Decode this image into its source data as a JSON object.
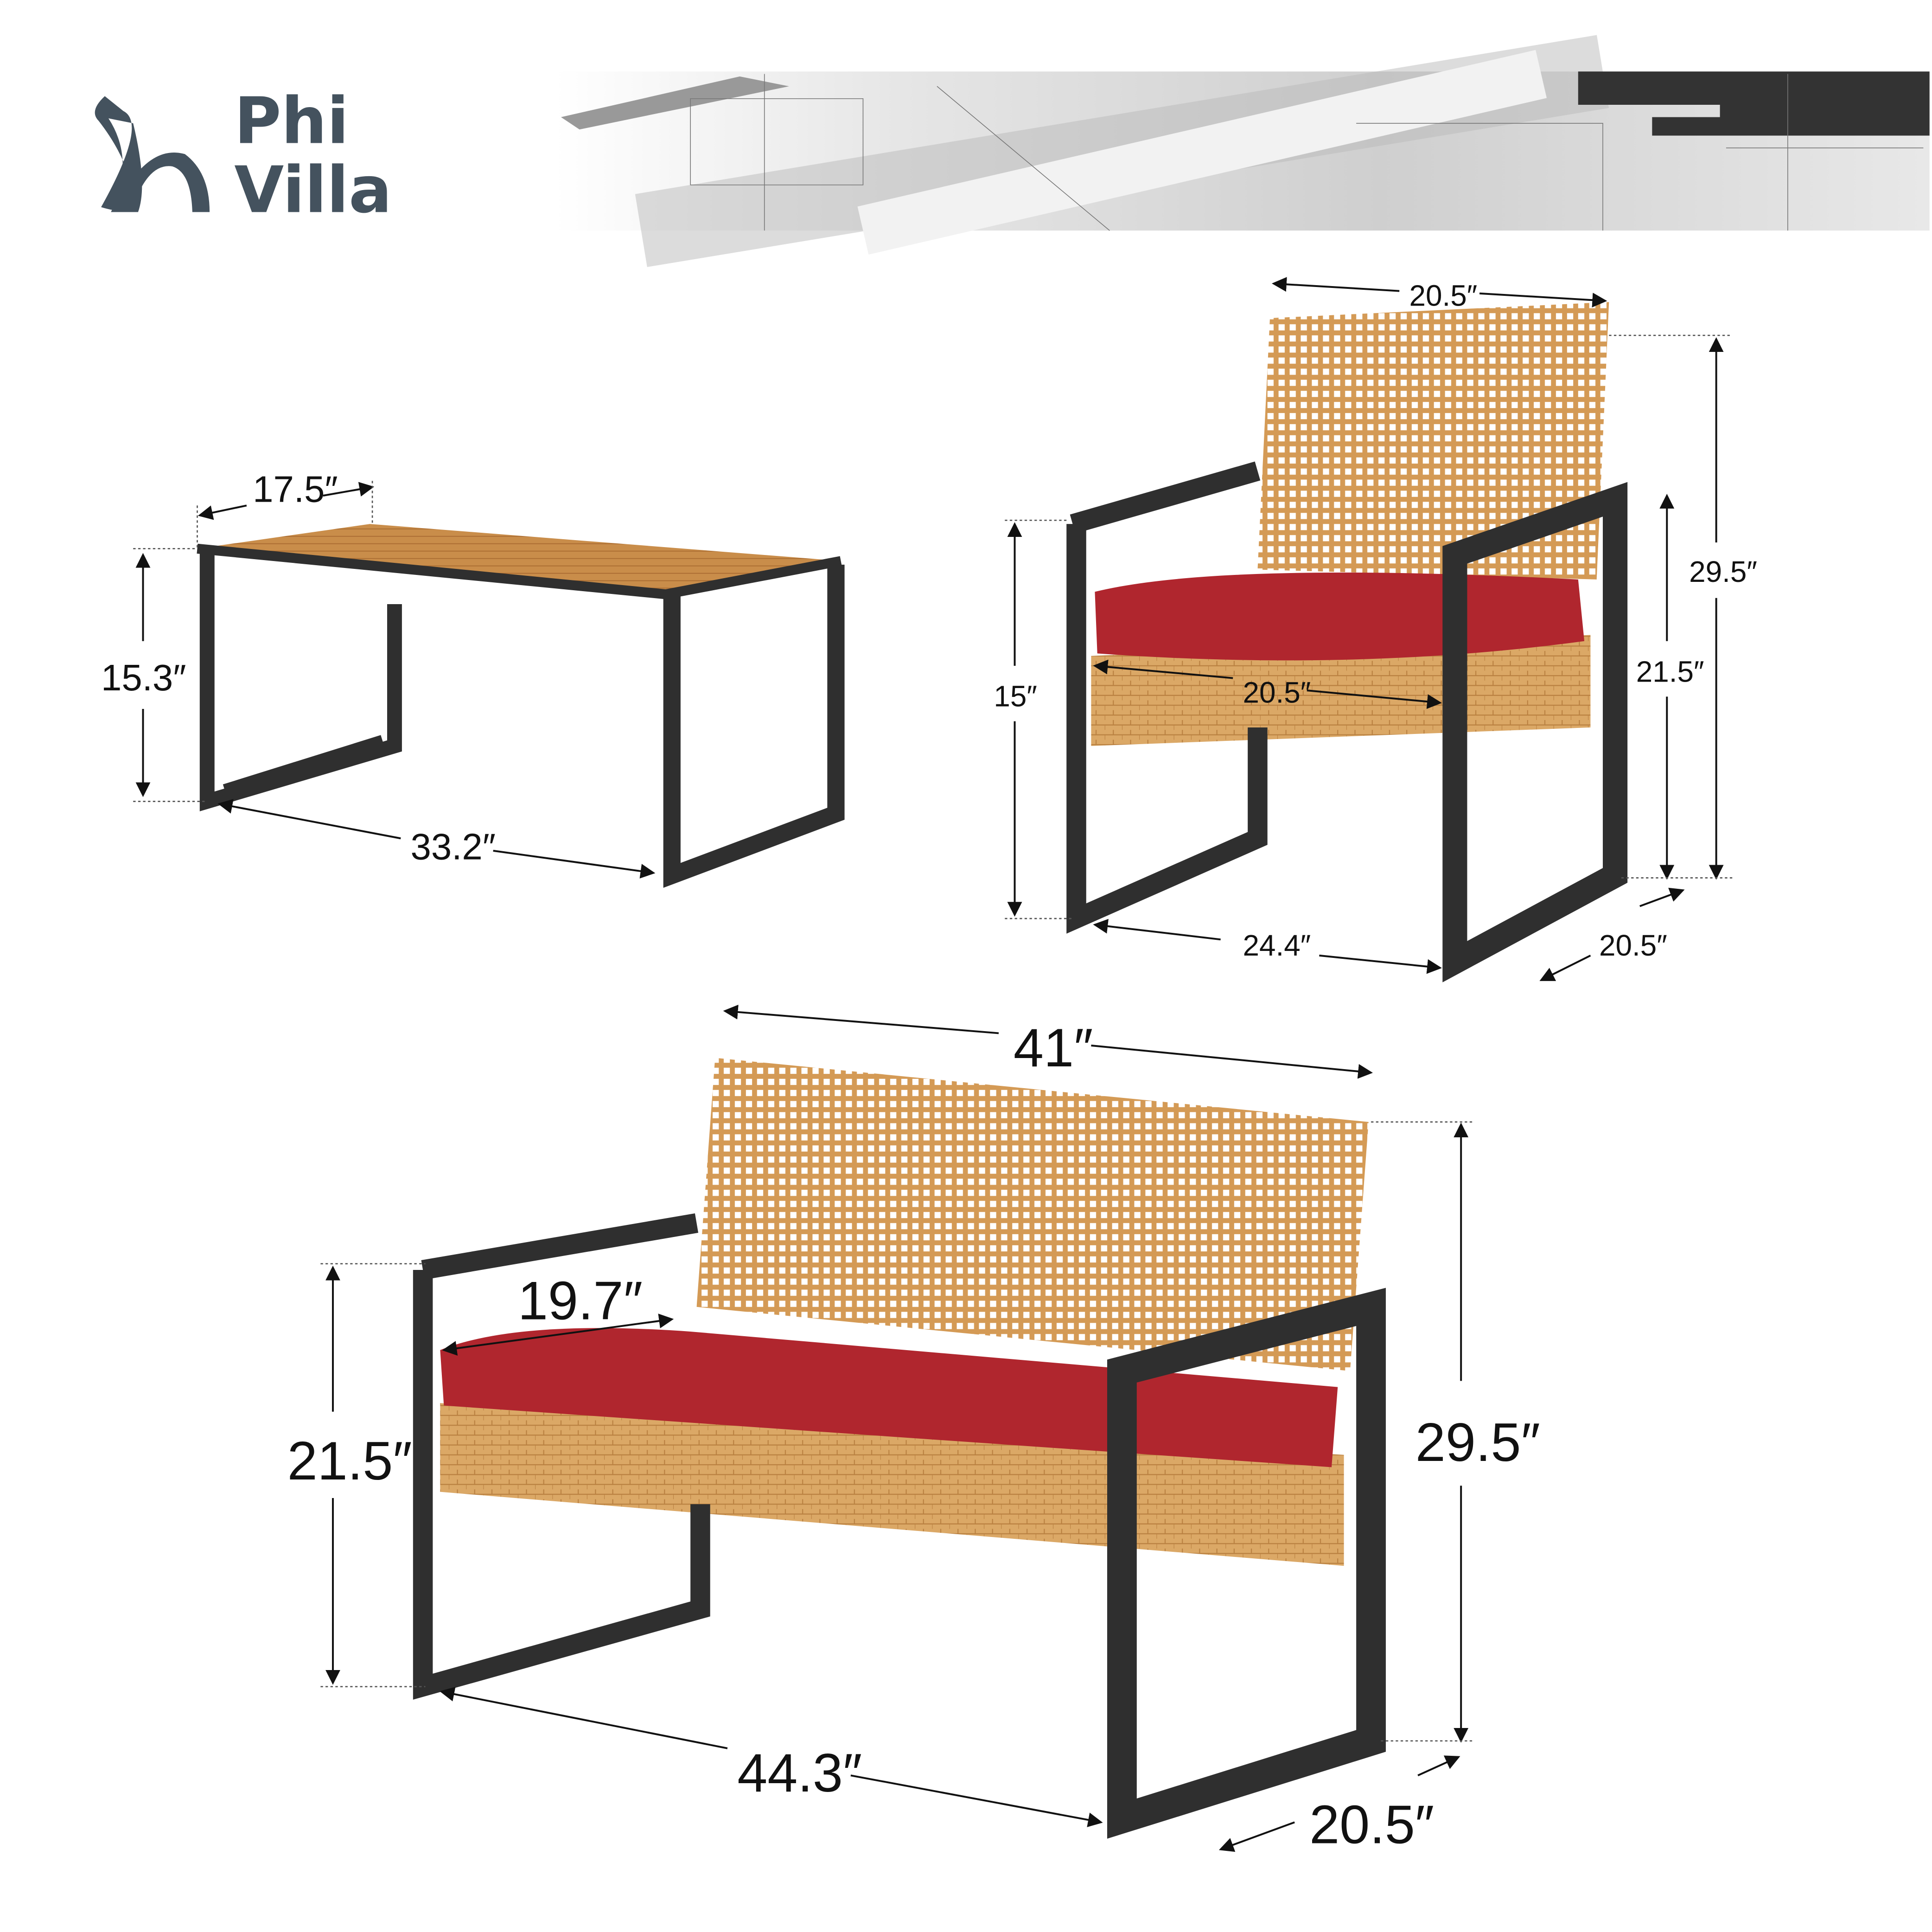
{
  "brand": {
    "name_line1": "Phi",
    "name_line2": "Villa",
    "color": "#44525e"
  },
  "banner": {
    "description_icon": "blueprint-ruler-pencil-banner"
  },
  "colors": {
    "frame": "#2f2f2f",
    "wicker": "#d9a25c",
    "cushion": "#b0262e",
    "wood": "#c98d4a"
  },
  "coffee_table": {
    "depth": "17.5″",
    "height": "15.3″",
    "length": "33.2″"
  },
  "chair": {
    "back_width": "20.5″",
    "total_height": "29.5″",
    "arm_height": "21.5″",
    "seat_height": "15″",
    "seat_width": "20.5″",
    "width": "24.4″",
    "depth": "20.5″"
  },
  "loveseat": {
    "back_width": "41″",
    "total_height": "29.5″",
    "arm_height": "21.5″",
    "seat_depth": "19.7″",
    "width": "44.3″",
    "depth": "20.5″"
  }
}
